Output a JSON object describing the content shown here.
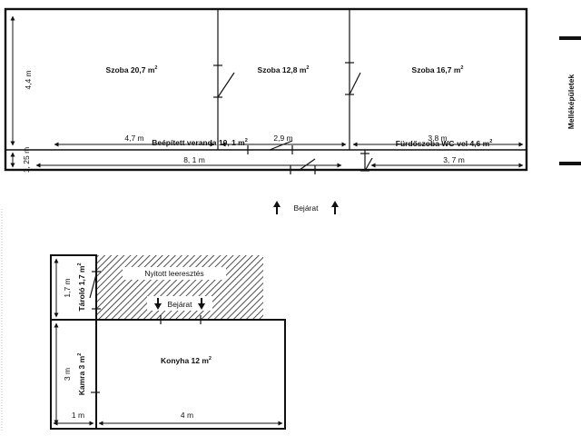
{
  "side_label": "Melléképületek",
  "upper_plan": {
    "rooms": {
      "room1": {
        "label": "Szoba 20,7 m",
        "sup": "2"
      },
      "room2": {
        "label": "Szoba 12,8 m",
        "sup": "2"
      },
      "room3": {
        "label": "Szoba 16,7 m",
        "sup": "2"
      },
      "veranda": {
        "label": "Beépített veranda 10, 1 m",
        "sup": "2"
      },
      "bathroom": {
        "label": "Fürdőszoba WC-vel 4,6 m",
        "sup": "2"
      }
    },
    "dimensions": {
      "height_rooms": "4,4 m",
      "height_veranda": "1, 25 m",
      "room1_width": "4,7 m",
      "room2_width": "2,9 m",
      "room3_width": "3,8 m",
      "veranda_width": "8, 1 m",
      "bathroom_width": "3, 7 m"
    },
    "entrance": "Bejárat"
  },
  "lower_plan": {
    "rooms": {
      "storage": {
        "label": "Tároló 1,7 m",
        "sup": "2"
      },
      "pantry": {
        "label": "Kamra  3 m",
        "sup": "2"
      },
      "kitchen": {
        "label": "Konyha 12 m",
        "sup": "2"
      },
      "open_shelter": {
        "label": "Nyitott leeresztés"
      }
    },
    "dimensions": {
      "storage_height": "1,7 m",
      "pantry_height": "3 m",
      "pantry_width": "1 m",
      "kitchen_width": "4 m"
    },
    "entrance": "Bejárat"
  },
  "colors": {
    "line": "#111111",
    "background": "#ffffff"
  },
  "arrow_icon": "up-arrow-icon"
}
